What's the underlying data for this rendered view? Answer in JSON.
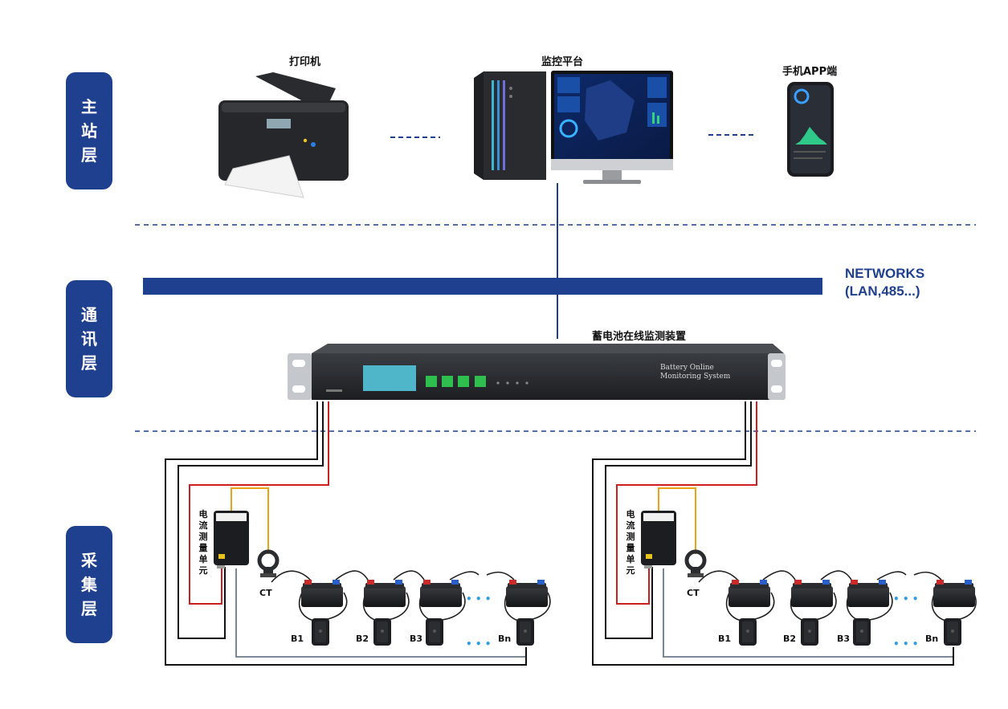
{
  "layers": {
    "master": [
      "主",
      "站",
      "层"
    ],
    "comm": [
      "通",
      "讯",
      "层"
    ],
    "collect": [
      "采",
      "集",
      "层"
    ]
  },
  "devices": {
    "printer": "打印机",
    "platform": "监控平台",
    "mobile": "手机APP端",
    "monitor_device": "蓄电池在线监测装置",
    "rack_text_1": "Battery Online",
    "rack_text_2": "Monitoring System"
  },
  "network": {
    "line1": "NETWORKS",
    "line2": "(LAN,485...)"
  },
  "collection": {
    "current_unit": [
      "电",
      "流",
      "测",
      "量",
      "单",
      "元"
    ],
    "ct": "CT",
    "batteries": [
      "B1",
      "B2",
      "B3",
      "Bn"
    ],
    "ellipsis": "• • •"
  },
  "colors": {
    "brand_blue": "#1f3f8f",
    "wire_red": "#cc1f1f",
    "wire_yellow": "#e8a317",
    "wire_black": "#111111",
    "wire_gray": "#6b7a8a",
    "dots_blue": "#2f9fe0"
  }
}
